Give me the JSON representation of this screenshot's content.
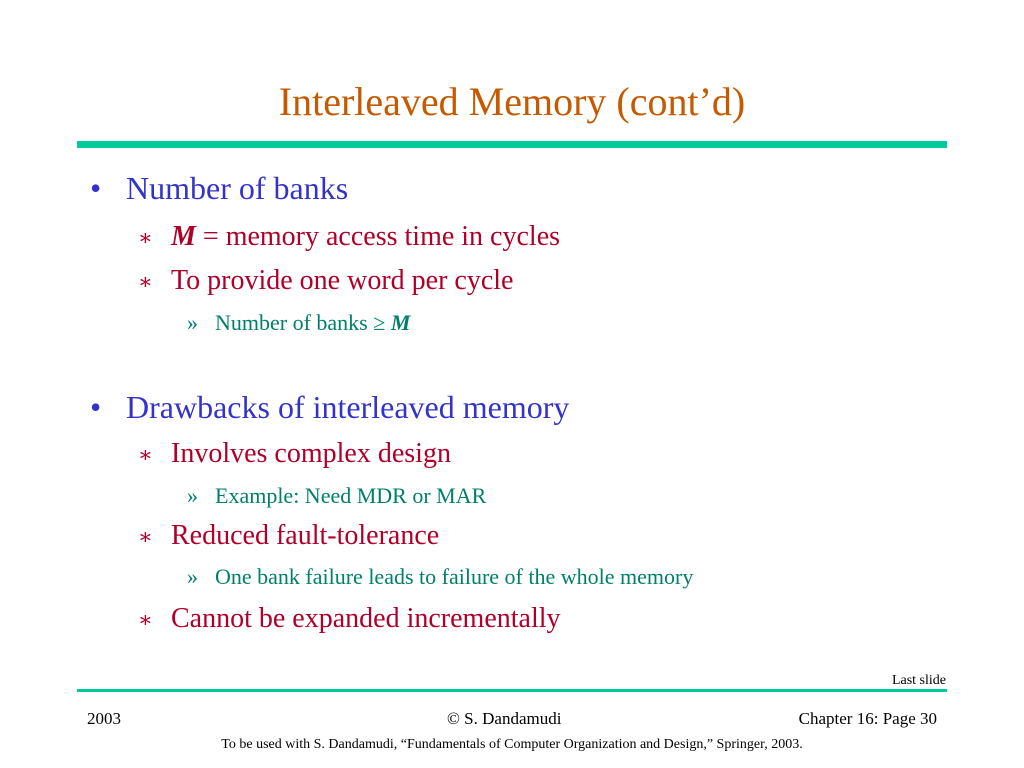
{
  "slide": {
    "title": "Interleaved Memory (cont’d)",
    "bullets": {
      "b1": "Number of banks",
      "b1_s1_m": "M",
      "b1_s1_rest": " = memory access time in cycles",
      "b1_s2": "To provide one word per cycle",
      "b1_s2_ss1": "Number of banks ≥ ",
      "b1_s2_ss1_m": "M",
      "b2": "Drawbacks of interleaved memory",
      "b2_s1": "Involves complex design",
      "b2_s1_ss1": "Example: Need MDR or MAR",
      "b2_s2": "Reduced fault-tolerance",
      "b2_s2_ss1": "One bank failure leads to failure of the whole memory",
      "b2_s3": "Cannot be expanded incrementally"
    },
    "markers": {
      "level1": "•",
      "level2": "∗",
      "level3": "»"
    },
    "last_slide": "Last slide",
    "footer": {
      "year": "2003",
      "author": "© S. Dandamudi",
      "page": "Chapter 16: Page 30",
      "note": "To be used with S. Dandamudi, “Fundamentals of Computer Organization and Design,” Springer, 2003."
    },
    "colors": {
      "title": "#c65a00",
      "level1": "#3333cc",
      "level2": "#b0002a",
      "level3": "#00806a",
      "rule": "#00cc99"
    }
  }
}
